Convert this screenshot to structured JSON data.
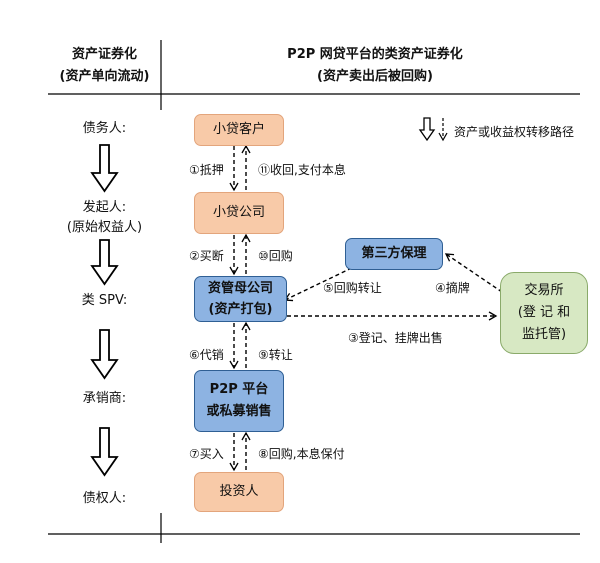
{
  "header": {
    "left_title": "资产证券化",
    "left_subtitle": "(资产单向流动)",
    "right_title": "P2P 网贷平台的类资产证券化",
    "right_subtitle": "(资产卖出后被回购)"
  },
  "legend": {
    "label": "资产或收益权转移路径"
  },
  "roles": {
    "debtor": "债务人:",
    "originator_line1": "发起人:",
    "originator_line2": "(原始权益人)",
    "spv": "类 SPV:",
    "underwriter": "承销商:",
    "creditor": "债权人:"
  },
  "nodes": {
    "small_loan_client": "小贷客户",
    "small_loan_company": "小贷公司",
    "asset_parent_line1": "资管母公司",
    "asset_parent_line2": "(资产打包)",
    "p2p_line1": "P2P 平台",
    "p2p_line2": "或私募销售",
    "investor": "投资人",
    "third_party": "第三方保理",
    "exchange_line1": "交易所",
    "exchange_line2": "(登 记 和",
    "exchange_line3": "监托管)"
  },
  "edges": {
    "e1": "①抵押",
    "e11": "⑪收回,支付本息",
    "e2": "②买断",
    "e10": "⑩回购",
    "e5": "⑤回购转让",
    "e4": "④摘牌",
    "e3": "③登记、挂牌出售",
    "e6": "⑥代销",
    "e9": "⑨转让",
    "e7": "⑦买入",
    "e8": "⑧回购,本息保付"
  }
}
